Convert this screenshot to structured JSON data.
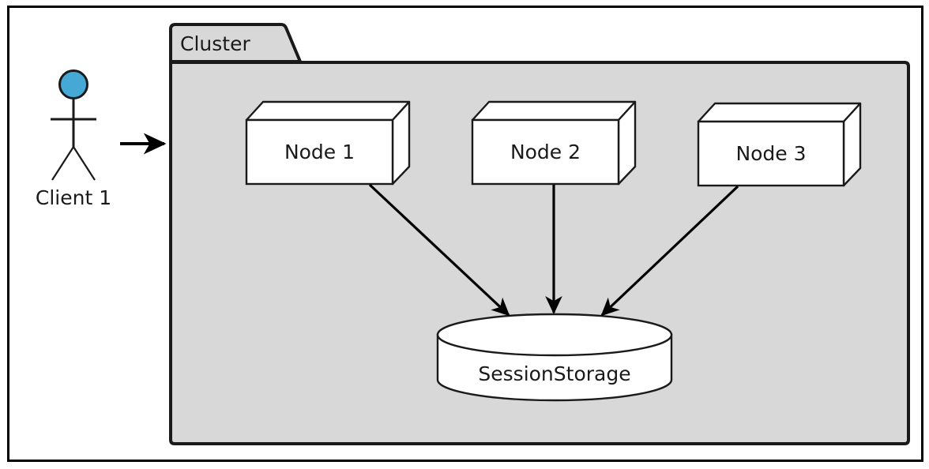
{
  "diagram": {
    "type": "uml-deployment-diagram",
    "colors": {
      "background": "#ffffff",
      "outer_border": "#000000",
      "package_fill": "#d8d8d8",
      "package_stroke": "#1a1a1a",
      "node_fill": "#ffffff",
      "node_stroke": "#1a1a1a",
      "database_fill": "#ffffff",
      "database_stroke": "#1a1a1a",
      "actor_head_fill": "#45a8d5",
      "actor_stroke": "#1a1a1a",
      "arrow_stroke": "#000000",
      "text": "#1a1a1a"
    },
    "actor": {
      "label": "Client 1",
      "icon": "actor-stick-figure"
    },
    "package": {
      "label": "Cluster"
    },
    "nodes": [
      {
        "label": "Node 1",
        "icon": "node-3d-box"
      },
      {
        "label": "Node 2",
        "icon": "node-3d-box"
      },
      {
        "label": "Node 3",
        "icon": "node-3d-box"
      }
    ],
    "datastore": {
      "label": "SessionStorage",
      "icon": "cylinder-database"
    },
    "connections": [
      {
        "from": "Client 1",
        "to": "Cluster",
        "style": "solid-arrow"
      },
      {
        "from": "Node 1",
        "to": "SessionStorage",
        "style": "solid-arrow"
      },
      {
        "from": "Node 2",
        "to": "SessionStorage",
        "style": "solid-arrow"
      },
      {
        "from": "Node 3",
        "to": "SessionStorage",
        "style": "solid-arrow"
      }
    ]
  }
}
